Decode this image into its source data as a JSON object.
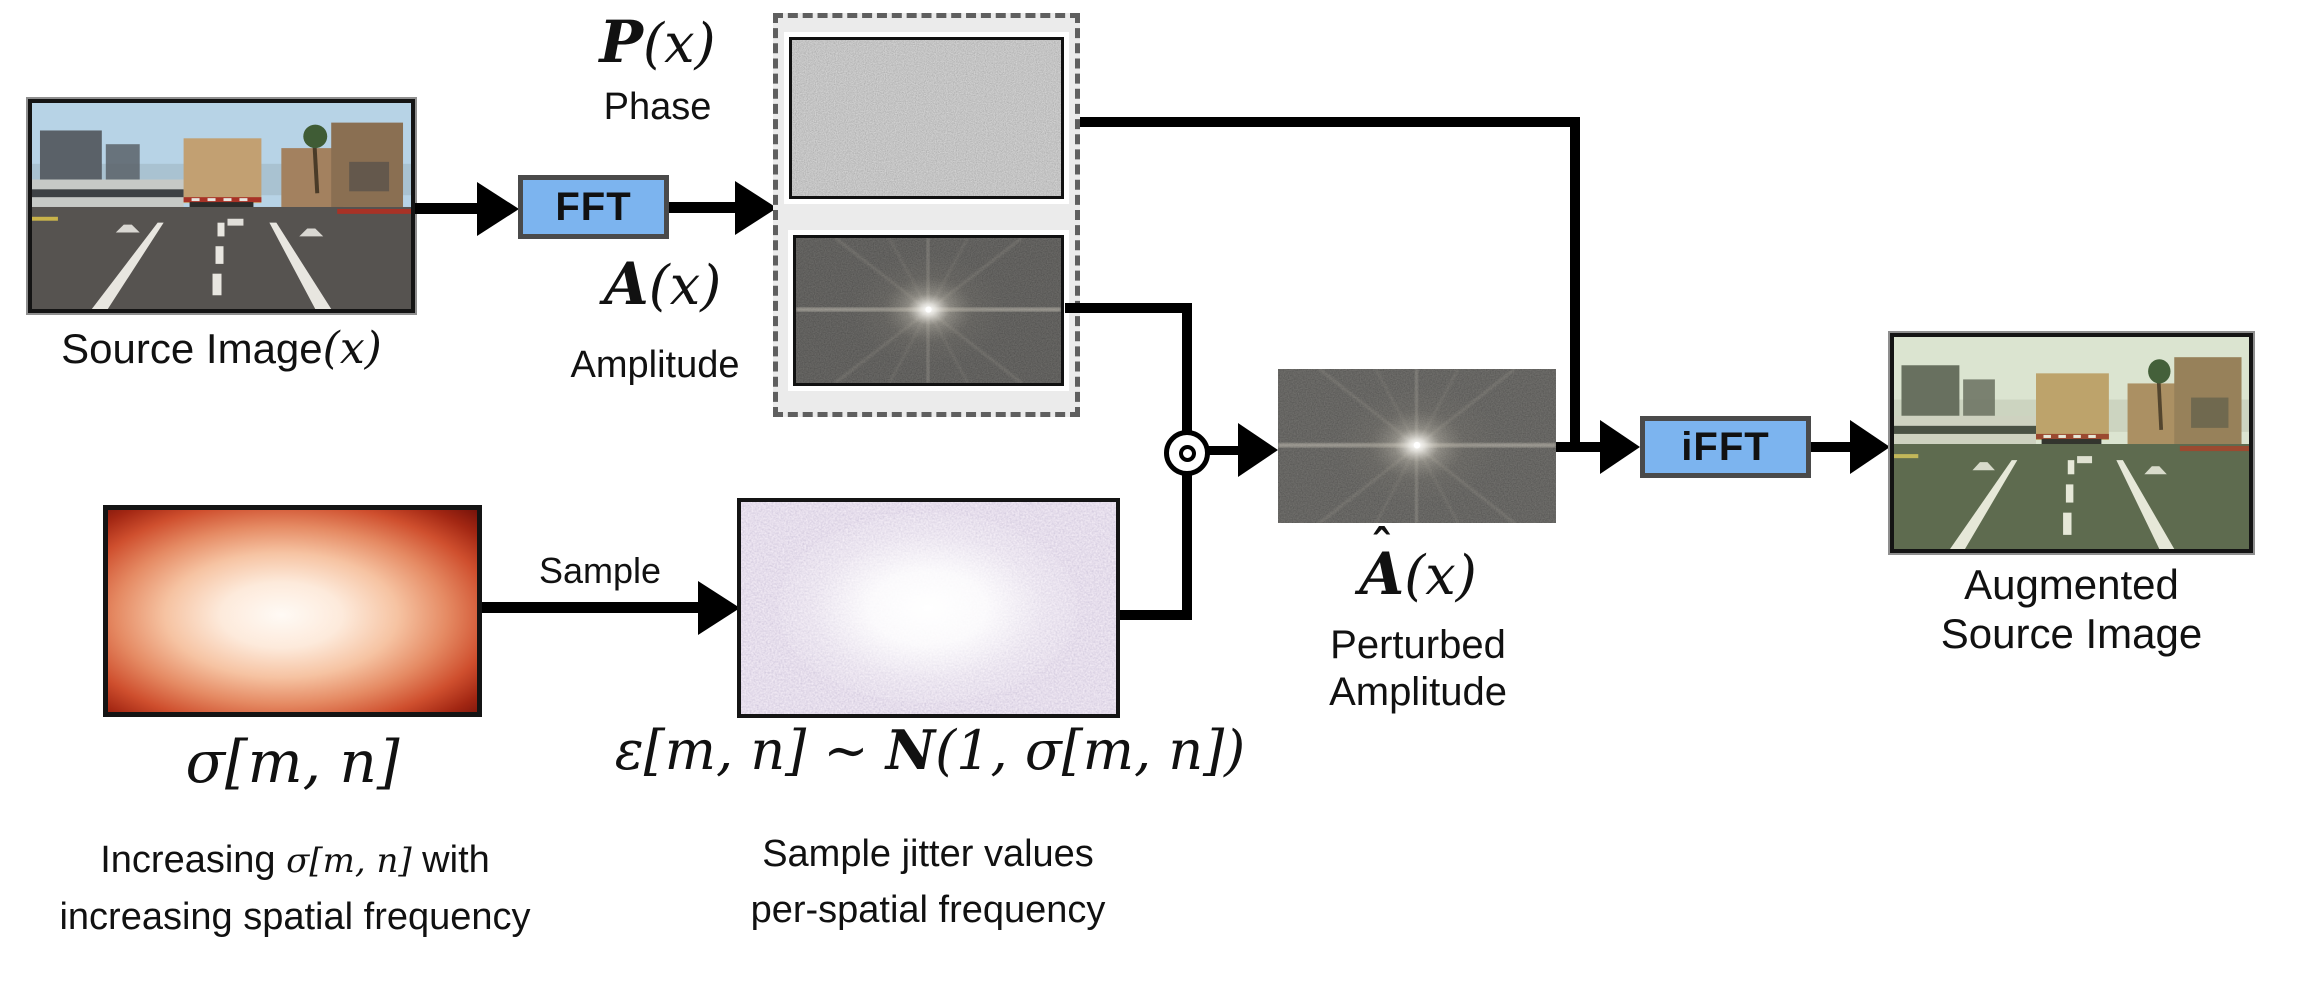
{
  "figure": {
    "source": {
      "caption": "Source Image",
      "caption_math": "(x)"
    },
    "fft": {
      "label": "FFT"
    },
    "ifft": {
      "label": "iFFT"
    },
    "phase": {
      "letter": "P",
      "rest": "(x)",
      "caption": "Phase"
    },
    "amplitude": {
      "letter": "A",
      "rest": "(x)",
      "caption": "Amplitude"
    },
    "operator": {
      "glyph": "⊙",
      "meaning": "element-wise product"
    },
    "perturbed": {
      "hat": "ˆ",
      "letter": "A",
      "rest": "(x)",
      "caption_line1": "Perturbed",
      "caption_line2": "Amplitude"
    },
    "augmented": {
      "caption_line1": "Augmented",
      "caption_line2": "Source Image"
    },
    "sigma": {
      "math": "σ[m, n]",
      "caption1_pre": "Increasing ",
      "caption1_math": "σ[m, n]",
      "caption1_post": "  with",
      "caption2": "increasing spatial frequency"
    },
    "sample": {
      "label": "Sample"
    },
    "epsilon": {
      "math_pre": "ε[m, n] ∼ ",
      "math_script_n": "N",
      "math_post": "(1, σ[m, n])",
      "caption1": "Sample jitter values",
      "caption2": "per-spatial frequency"
    },
    "colors": {
      "process_box_fill": "#7cb4ef",
      "process_box_border": "#4a4a4a",
      "panel_bg": "#ebebeb",
      "arrow": "#000000",
      "sigma_center": "#fffaf5",
      "sigma_edge": "#77130a",
      "epsilon_tint": "#c9bbe4"
    }
  }
}
